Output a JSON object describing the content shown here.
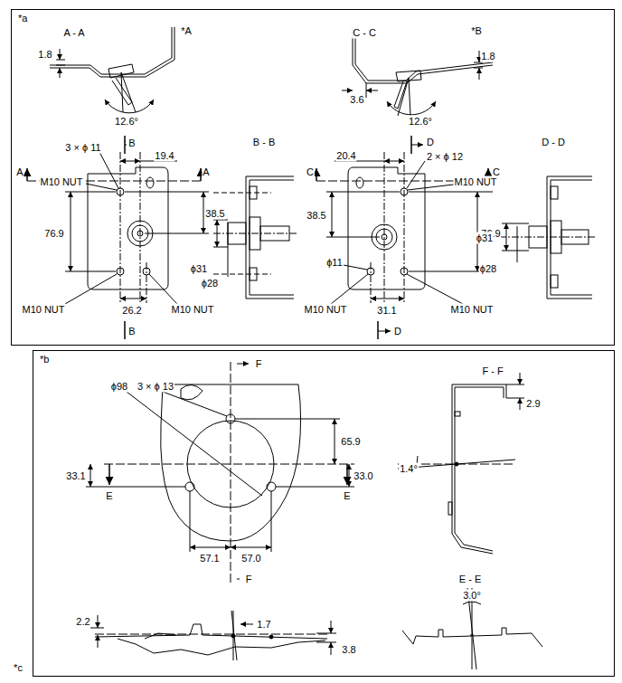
{
  "diagram": {
    "nodes": [
      {
        "text": [
          "*a"
        ]
      },
      {
        "text": [
          "*b"
        ]
      }
    ],
    "labels": [
      "A - A",
      "*A",
      "1.8",
      "12.6°",
      "C - C",
      "*B",
      "3.6",
      "1.8",
      "12.6°",
      "B",
      "3 × ϕ 11",
      "19.4",
      "A",
      "A",
      "M10 NUT",
      "38.5",
      "76.9",
      "B - B",
      "ϕ31",
      "ϕ28",
      "M10 NUT",
      "M10 NUT",
      "26.2",
      "B",
      "D",
      "20.4",
      "2 × ϕ 12",
      "C",
      "C",
      "M10 NUT",
      "38.5",
      "76.9",
      "ϕ11",
      "D - D",
      "ϕ31",
      "ϕ28",
      "M10 NUT",
      "M10 NUT",
      "31.1",
      "D",
      "ϕ98",
      "3 × ϕ 13",
      "F",
      "F - F",
      "2.9",
      "65.9",
      "1.4°",
      "33.1",
      "33.0",
      "E",
      "E",
      "57.1",
      "57.0",
      "F",
      "E - E",
      "3.0°",
      "2.2",
      "1.7",
      "3.8",
      "*c"
    ]
  }
}
